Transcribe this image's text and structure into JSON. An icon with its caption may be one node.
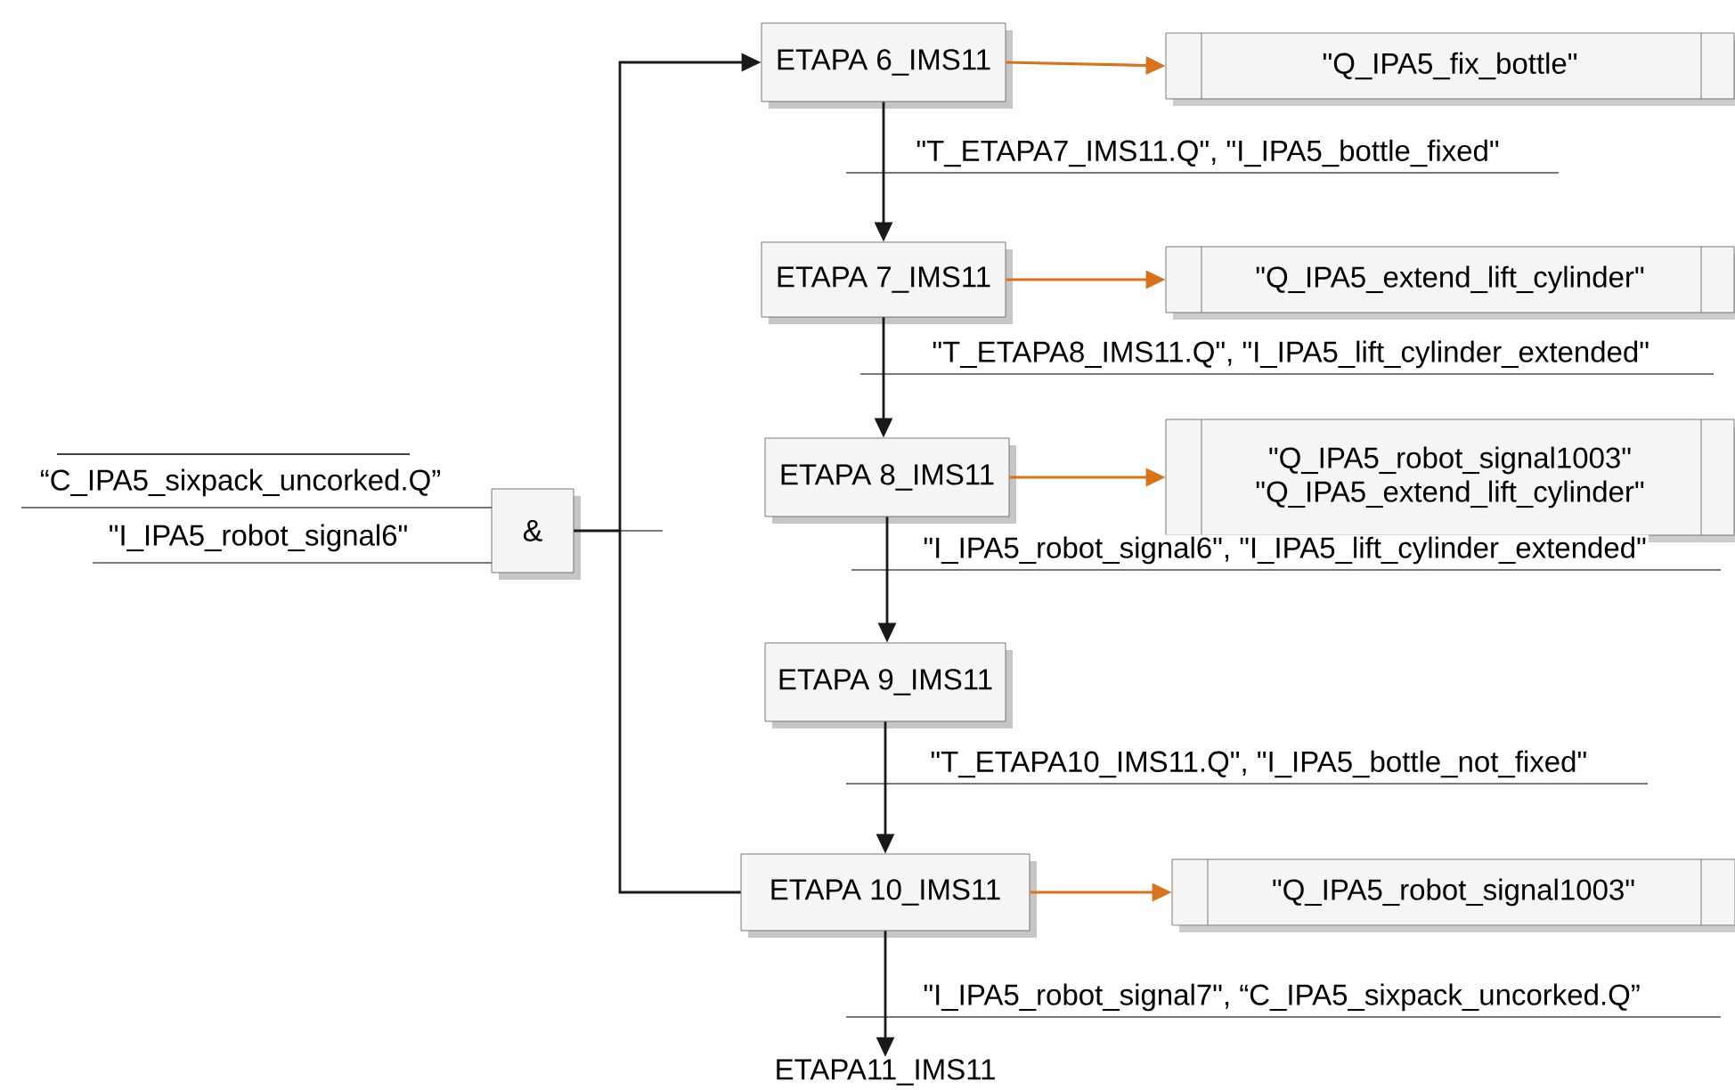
{
  "diagram": {
    "nodes": [
      {
        "text": [
          "ETAPA 6_IMS11"
        ]
      },
      {
        "text": [
          "\"Q_IPA5_fix_bottle\""
        ]
      },
      {
        "text": [
          "ETAPA 7_IMS11"
        ]
      },
      {
        "text": [
          "\"Q_IPA5_extend_lift_cylinder\""
        ]
      },
      {
        "text": [
          "ETAPA 8_IMS11"
        ]
      },
      {
        "text": [
          "\"Q_IPA5_robot_signal1003\"",
          "\"Q_IPA5_extend_lift_cylinder\""
        ]
      },
      {
        "text": [
          "ETAPA 9_IMS11"
        ]
      },
      {
        "text": [
          "ETAPA 10_IMS11"
        ]
      },
      {
        "text": [
          "\"Q_IPA5_robot_signal1003\""
        ]
      },
      {
        "text": [
          "ETAPA11_IMS11"
        ]
      },
      {
        "text": [
          "&"
        ]
      }
    ],
    "edges": [
      {
        "from": 0,
        "to": 1,
        "arrow": "to",
        "color": "#d9731a"
      },
      {
        "from": 0,
        "to": 2,
        "arrow": "to",
        "label": "\"T_ETAPA7_IMS11.Q\", \"I_IPA5_bottle_fixed\""
      },
      {
        "from": 2,
        "to": 3,
        "arrow": "to",
        "color": "#d9731a"
      },
      {
        "from": 2,
        "to": 4,
        "arrow": "to",
        "label": "\"T_ETAPA8_IMS11.Q\", \"I_IPA5_lift_cylinder_extended\""
      },
      {
        "from": 4,
        "to": 5,
        "arrow": "to",
        "color": "#d9731a"
      },
      {
        "from": 4,
        "to": 6,
        "arrow": "to",
        "label": "\"I_IPA5_robot_signal6\", \"I_IPA5_lift_cylinder_extended\""
      },
      {
        "from": 6,
        "to": 7,
        "arrow": "to",
        "label": "\"T_ETAPA10_IMS11.Q\", \"I_IPA5_bottle_not_fixed\""
      },
      {
        "from": 7,
        "to": 8,
        "arrow": "to",
        "color": "#d9731a"
      },
      {
        "from": 7,
        "to": 9,
        "arrow": "to",
        "label": "\"I_IPA5_robot_signal7\", “C_IPA5_sixpack_uncorked.Q”"
      },
      {
        "from": 7,
        "to": 0,
        "arrow": "to"
      },
      {
        "from": 10,
        "to": null,
        "arrow": "none"
      }
    ],
    "labels": [
      "“C_IPA5_sixpack_uncorked.Q”",
      "\"I_IPA5_robot_signal6\""
    ]
  }
}
